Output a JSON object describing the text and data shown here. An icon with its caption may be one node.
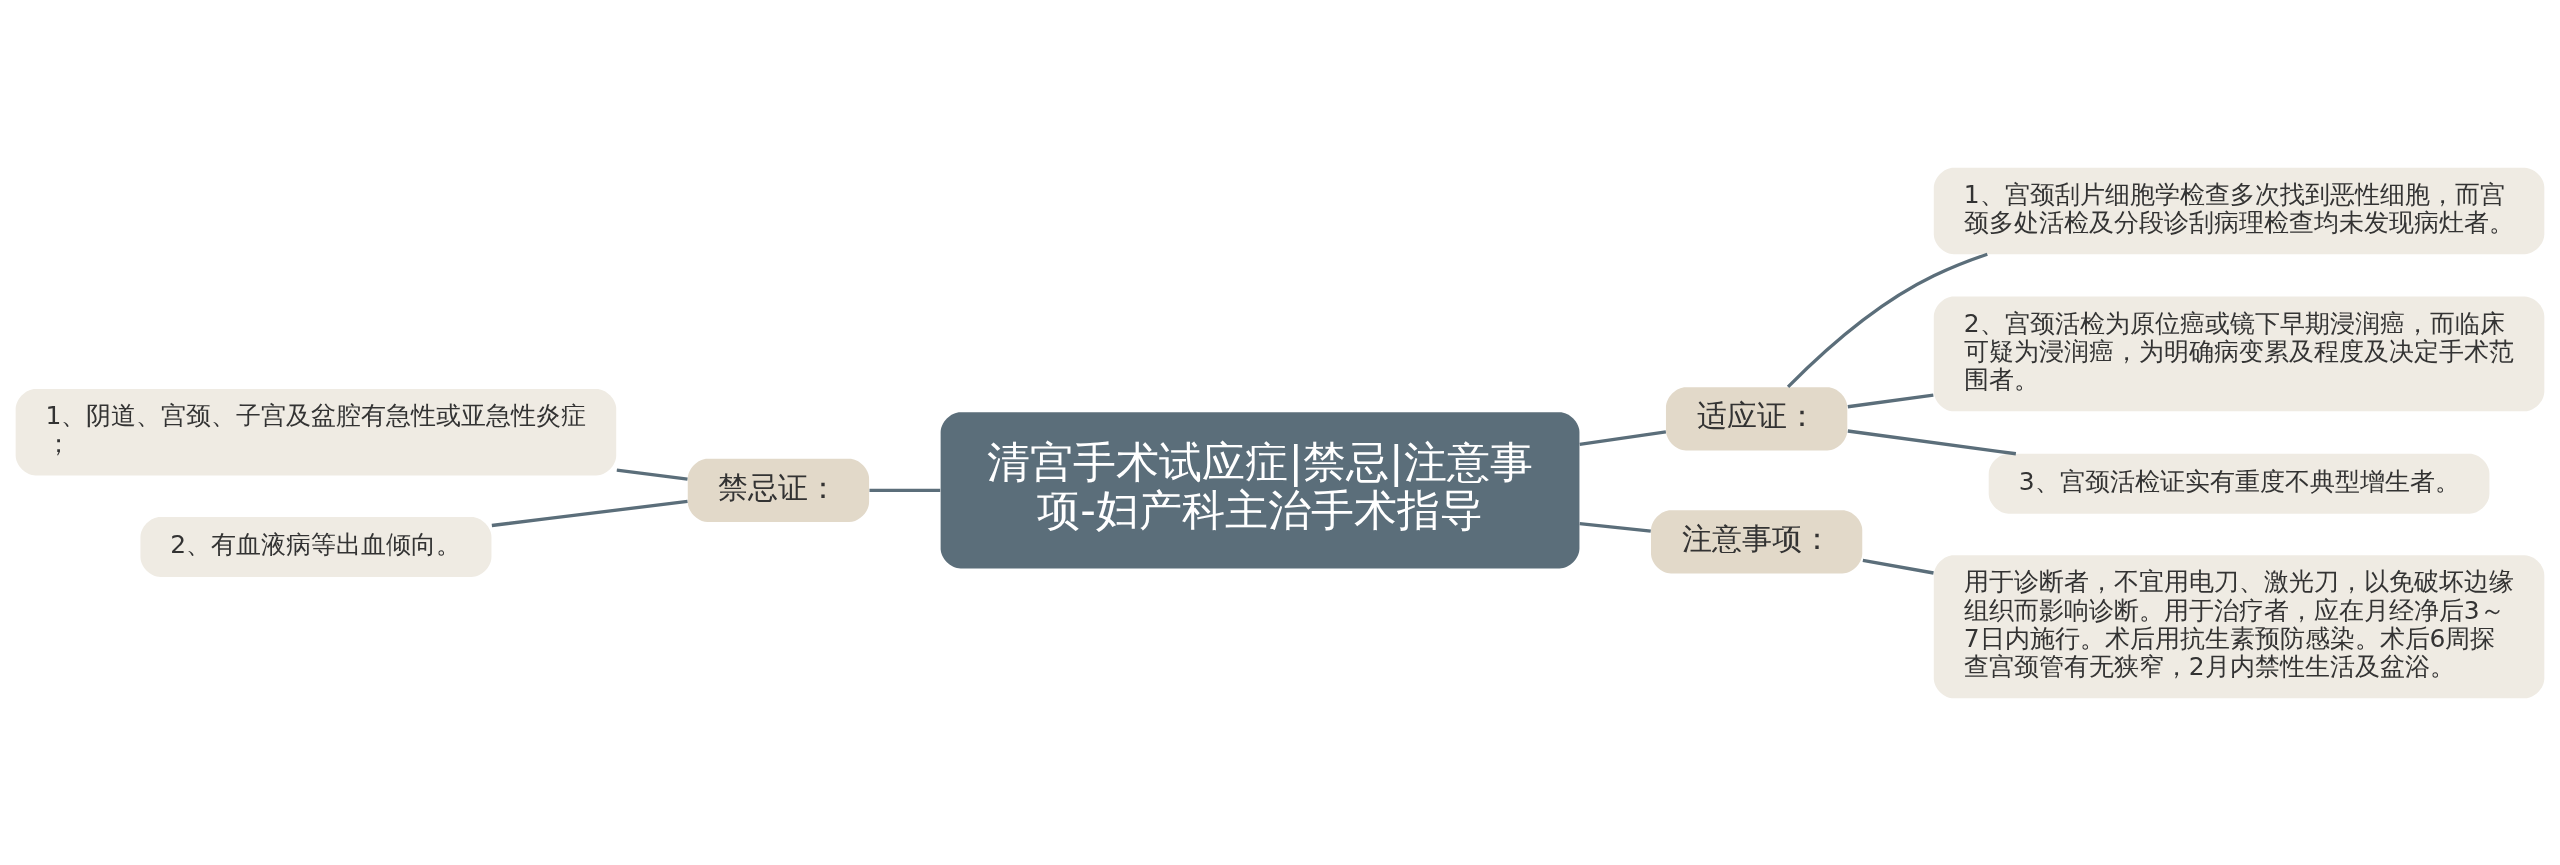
{
  "diagram": {
    "nodes": [
      {
        "text": [
          "清宫手术试应症|禁忌|注意事项-妇产科主治手术指导"
        ]
      },
      {
        "text": [
          "适应证："
        ]
      },
      {
        "text": [
          "1、宫颈刮片细胞学检查多次找到恶性细胞，而宫颈多处活检及分段诊刮病理检查均未发现病灶者。"
        ]
      },
      {
        "text": [
          "2、宫颈活检为原位癌或镜下早期浸润癌，而临床可疑为浸润癌，为明确病变累及程度及决定手术范围者。"
        ]
      },
      {
        "text": [
          "3、宫颈活检证实有重度不典型增生者。"
        ]
      },
      {
        "text": [
          "禁忌证："
        ]
      },
      {
        "text": [
          "1、阴道、宫颈、子宫及盆腔有急性或亚急性炎症；"
        ]
      },
      {
        "text": [
          "2、有血液病等出血倾向。"
        ]
      },
      {
        "text": [
          "注意事项："
        ]
      },
      {
        "text": [
          "用于诊断者，不宜用电刀、激光刀，以免破坏边缘组织而影响诊断。用于治疗者，应在月经净后3～7日内施行。术后用抗生素预防感染。术后6周探查宫颈管有无狭窄，2月内禁性生活及盆浴。"
        ]
      }
    ],
    "edges": [
      {
        "from": 0,
        "to": 1,
        "arrow": "none"
      },
      {
        "from": 1,
        "to": 2,
        "arrow": "none"
      },
      {
        "from": 1,
        "to": 3,
        "arrow": "none"
      },
      {
        "from": 1,
        "to": 4,
        "arrow": "none"
      },
      {
        "from": 0,
        "to": 5,
        "arrow": "none"
      },
      {
        "from": 5,
        "to": 6,
        "arrow": "none"
      },
      {
        "from": 5,
        "to": 7,
        "arrow": "none"
      },
      {
        "from": 0,
        "to": 8,
        "arrow": "none"
      },
      {
        "from": 8,
        "to": 9,
        "arrow": "none"
      }
    ]
  }
}
